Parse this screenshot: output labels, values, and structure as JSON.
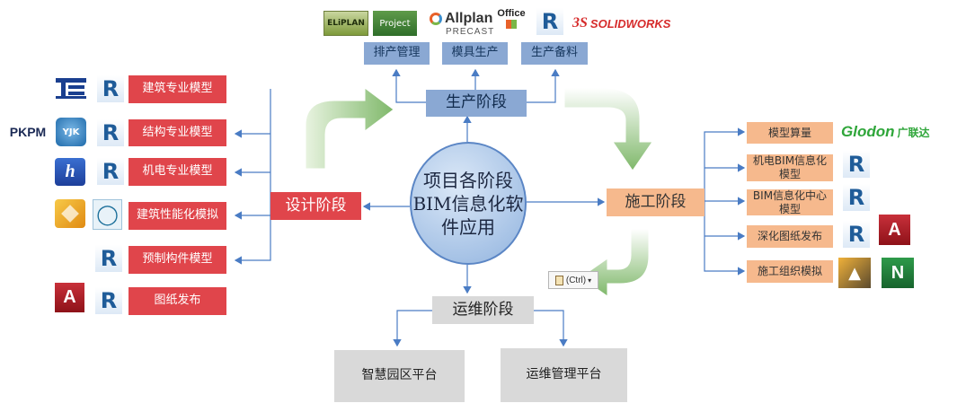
{
  "center": {
    "lines": [
      "项目各阶段",
      "BIM信息化软",
      "件应用"
    ]
  },
  "stages": {
    "production": "生产阶段",
    "design": "设计阶段",
    "construction": "施工阶段",
    "operation": "运维阶段"
  },
  "production_items": [
    "排产管理",
    "模具生产",
    "生产备料"
  ],
  "design_items": [
    "建筑专业模型",
    "结构专业模型",
    "机电专业模型",
    "建筑性能化模拟",
    "预制构件模型",
    "图纸发布"
  ],
  "construction_items": [
    "模型算量",
    "机电BIM信息化模型",
    "BIM信息化中心模型",
    "深化图纸发布",
    "施工组织模拟"
  ],
  "operation_items": [
    "智慧园区平台",
    "运维管理平台"
  ],
  "logos": {
    "eliplan": "ELiPLAN",
    "project": "Project",
    "allplan": "Allplan",
    "precast": "PRECAST",
    "office": "Office",
    "revit": "R",
    "solidworks": "SOLIDWORKS",
    "ds": "3S",
    "pkpm": "PKPM",
    "yjk": "YJK",
    "glodon": "Glodon",
    "glodon_cn": "广联达"
  },
  "paste_hint": "(Ctrl)",
  "colors": {
    "design_red": "#e0454b",
    "production_blue": "#8aa8d3",
    "construction_orange": "#f6b98d",
    "operation_gray": "#d9d9d9",
    "connector_blue": "#4a7cc4",
    "arrow_green": "#7fb86a"
  }
}
